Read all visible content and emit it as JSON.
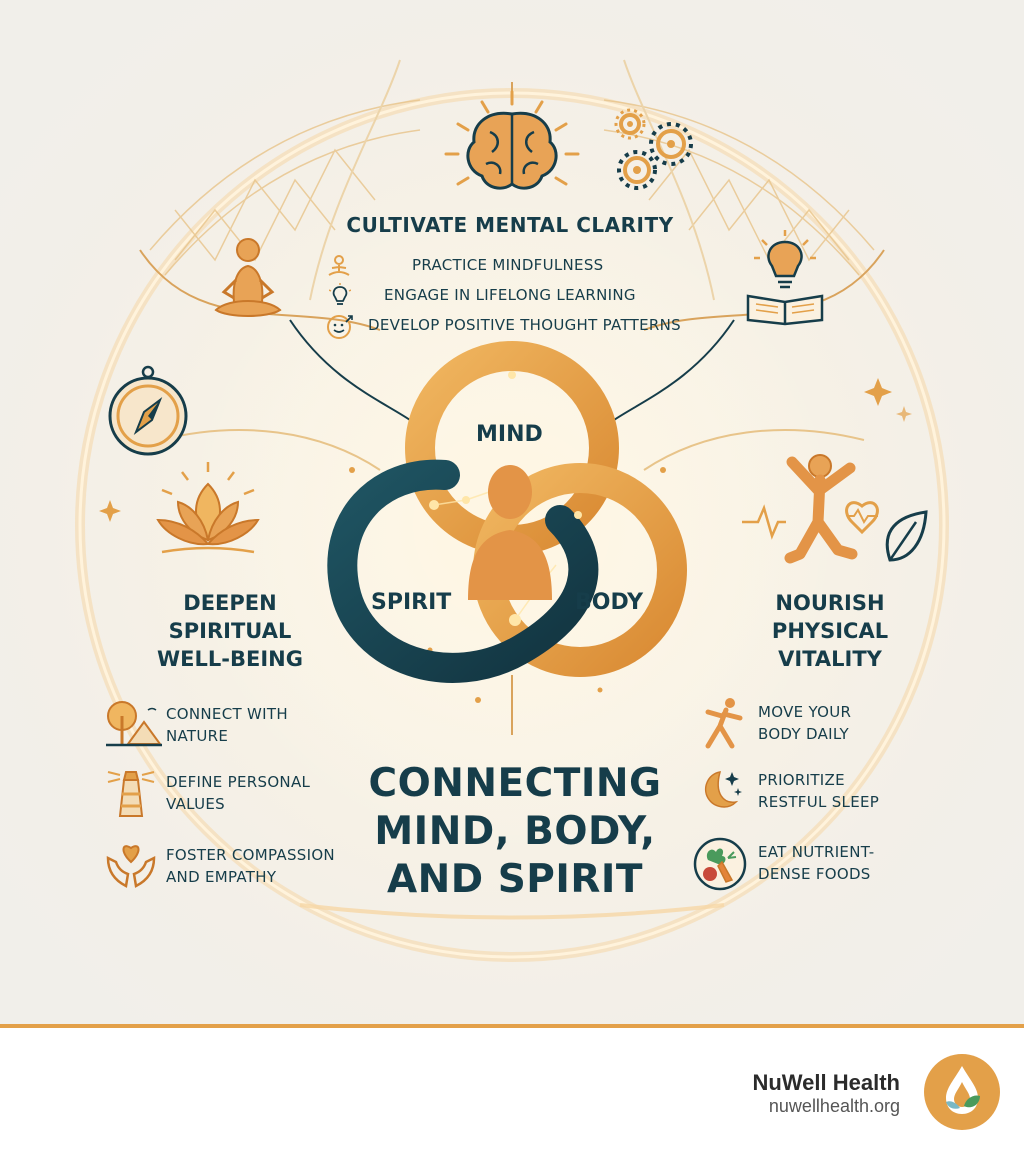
{
  "colors": {
    "navy": "#163d4a",
    "gold": "#e3a049",
    "gold_dark": "#c9782a"
  },
  "mental": {
    "heading": "Cultivate Mental Clarity",
    "items": [
      "Practice Mindfulness",
      "Engage in Lifelong Learning",
      "Develop Positive Thought Patterns"
    ],
    "icons": [
      "meditation-icon",
      "lightbulb-icon",
      "smile-arrow-icon"
    ]
  },
  "center": {
    "mind": "Mind",
    "spirit": "Spirit",
    "body": "Body"
  },
  "spiritual": {
    "heading_lines": [
      "Deepen",
      "Spiritual",
      "Well-Being"
    ],
    "items": [
      [
        "Connect with",
        "Nature"
      ],
      [
        "Define Personal",
        "Values"
      ],
      [
        "Foster Compassion",
        "and Empathy"
      ]
    ],
    "icons": [
      "tree-mountain-icon",
      "lighthouse-icon",
      "heart-hands-icon"
    ]
  },
  "physical": {
    "heading_lines": [
      "Nourish",
      "Physical",
      "Vitality"
    ],
    "items": [
      [
        "Move Your",
        "Body Daily"
      ],
      [
        "Prioritize",
        "Restful Sleep"
      ],
      [
        "Eat Nutrient-",
        "Dense Foods"
      ]
    ],
    "icons": [
      "running-person-icon",
      "moon-stars-icon",
      "vegetables-icon"
    ]
  },
  "title_lines": [
    "Connecting",
    "Mind, Body,",
    "and Spirit"
  ],
  "footer": {
    "brand": "NuWell Health",
    "url": "nuwellhealth.org"
  }
}
